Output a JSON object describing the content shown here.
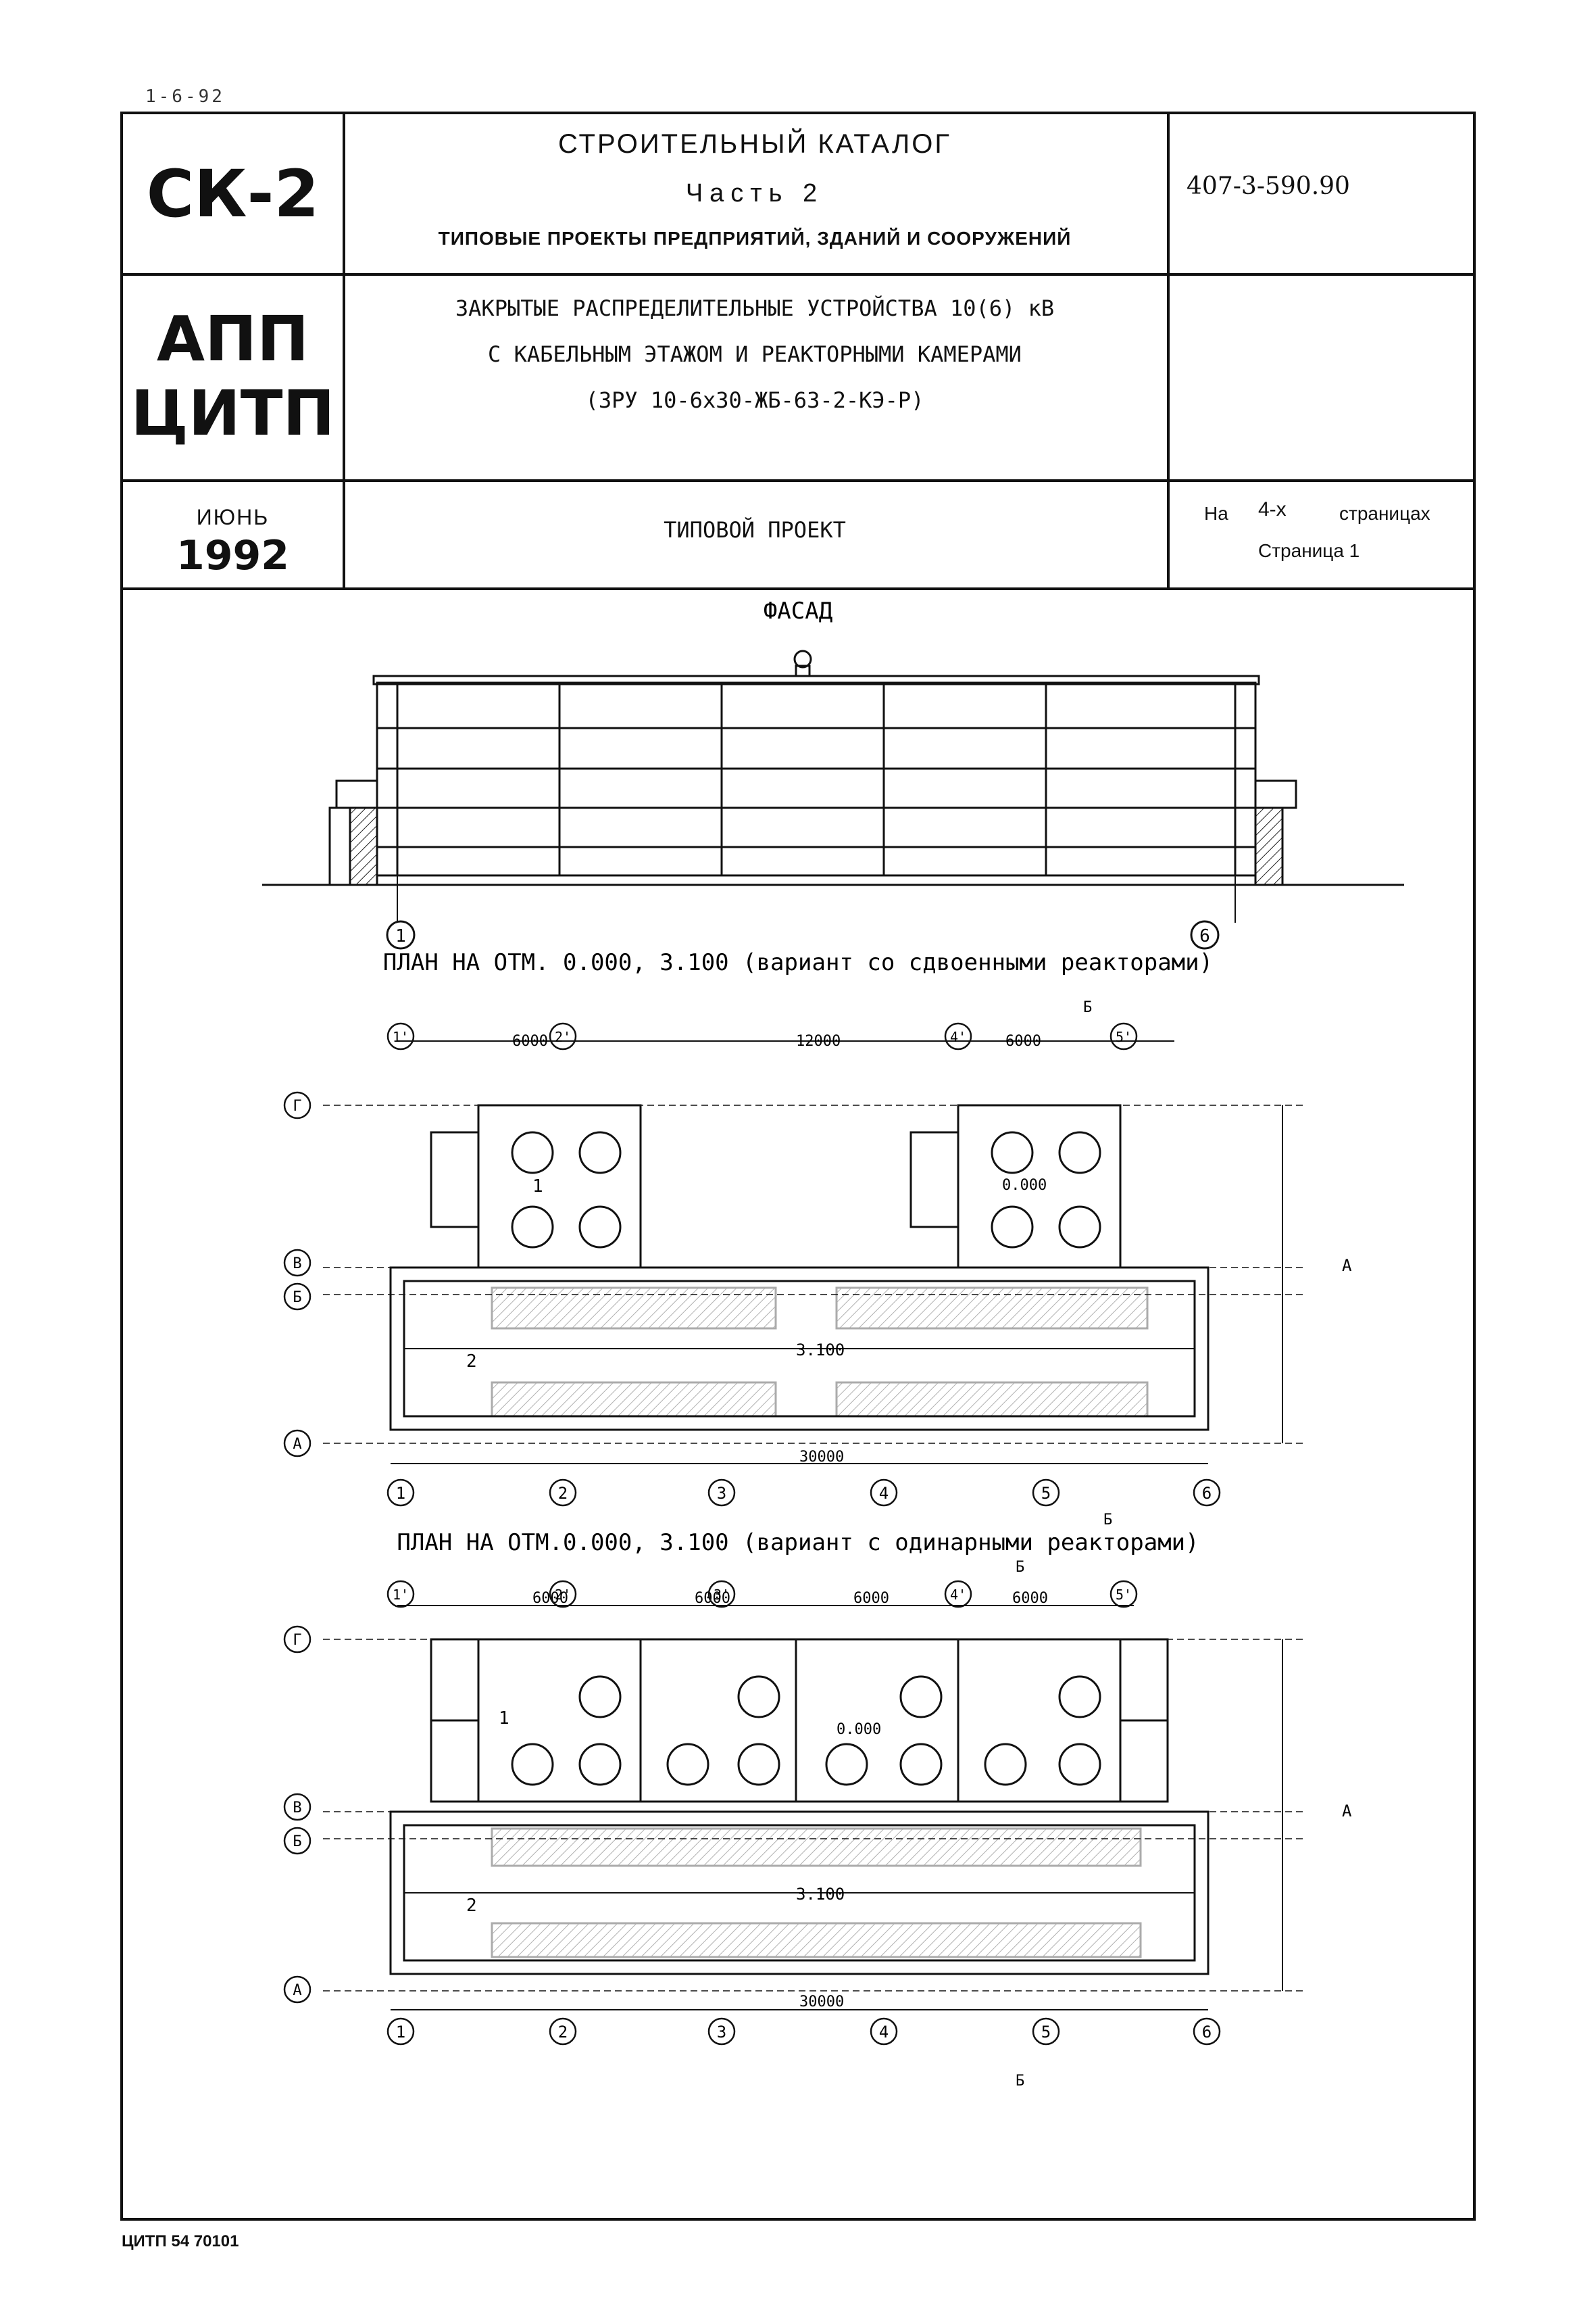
{
  "top_note": "1-6-92",
  "header": {
    "code_left": "СК-2",
    "org_left_line1": "АПП",
    "org_left_line2": "ЦИТП",
    "month": "ИЮНЬ",
    "year": "1992",
    "catalog_title": "СТРОИТЕЛЬНЫЙ КАТАЛОГ",
    "catalog_part": "Часть 2",
    "catalog_subtitle": "ТИПОВЫЕ ПРОЕКТЫ ПРЕДПРИЯТИЙ, ЗДАНИЙ И СООРУЖЕНИЙ",
    "doc_number": "407-3-590.90",
    "project_title_line1": "ЗАКРЫТЫЕ РАСПРЕДЕЛИТЕЛЬНЫЕ УСТРОЙСТВА 10(6) кВ",
    "project_title_line2": "С КАБЕЛЬНЫМ ЭТАЖОМ И РЕАКТОРНЫМИ КАМЕРАМИ",
    "project_title_line3": "(ЗРУ 10-6х30-ЖБ-63-2-КЭ-Р)",
    "project_type": "ТИПОВОЙ ПРОЕКТ",
    "pages_prefix": "На",
    "pages_count": "4-х",
    "pages_suffix": "страницах",
    "page_label": "Страница 1"
  },
  "drawing": {
    "facade_title": "ФАСАД",
    "plan1_title": "ПЛАН НА ОТМ. 0.000, 3.100 (вариант со сдвоенными реакторами)",
    "plan2_title": "ПЛАН НА ОТМ.0.000, 3.100 (вариант с одинарными реакторами)",
    "axes_numeric": [
      "1",
      "2",
      "3",
      "4",
      "5",
      "6"
    ],
    "axes_letters": [
      "А",
      "Б",
      "В",
      "Г"
    ],
    "axes_primed": [
      "1'",
      "2'",
      "3'",
      "4'",
      "5'"
    ],
    "dim_6000": "6000",
    "dim_12000": "12000",
    "dim_30000": "30000",
    "elev_0": "0.000",
    "elev_3100": "3.100",
    "room_1": "1",
    "room_2": "2",
    "section_mark": "Б",
    "view_mark": "А"
  },
  "footer": "ЦИТП 54 70101"
}
